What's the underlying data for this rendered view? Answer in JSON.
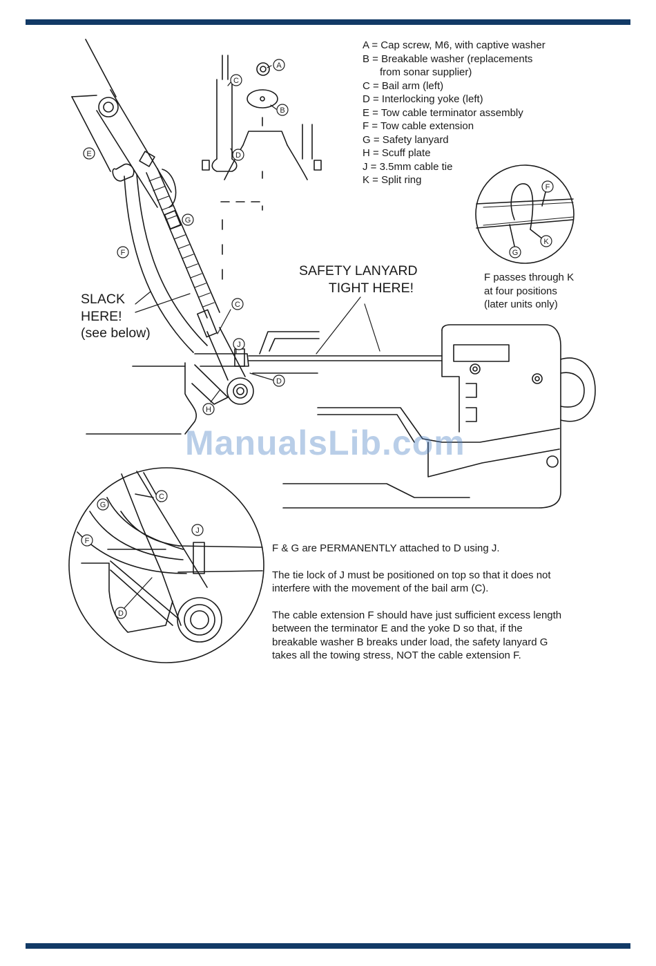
{
  "legend": [
    "A = Cap screw, M6, with captive washer",
    "B = Breakable washer (replacements",
    "from sonar supplier)",
    "C = Bail arm (left)",
    "D = Interlocking yoke (left)",
    "E = Tow cable terminator assembly",
    "F = Tow cable extension",
    "G = Safety lanyard",
    "H = Scuff plate",
    "J = 3.5mm cable tie",
    "K = Split ring"
  ],
  "callouts": {
    "slack": [
      "SLACK",
      "HERE!",
      "(see below)"
    ],
    "lanyard": [
      "SAFETY LANYARD",
      "TIGHT HERE!"
    ],
    "inset_note": [
      "F passes through K",
      "at four positions",
      "(later units only)"
    ]
  },
  "part_labels": {
    "A": "A",
    "B": "B",
    "C": "C",
    "D": "D",
    "E": "E",
    "F": "F",
    "G": "G",
    "H": "H",
    "J": "J",
    "K": "K"
  },
  "notes": [
    "F & G are PERMANENTLY attached to D using J.",
    "The tie lock of J must be positioned on top so that it does not\ninterfere with the movement of the bail arm (C).",
    "The cable extension F should have just sufficient excess length\nbetween the terminator E and the yoke D so that, if the\nbreakable washer B breaks under load, the safety lanyard G\ntakes all the towing stress, NOT the cable extension F."
  ],
  "watermark": "ManualsLib.com",
  "colors": {
    "rule": "#123a66",
    "watermark": "#4a7fc4"
  }
}
